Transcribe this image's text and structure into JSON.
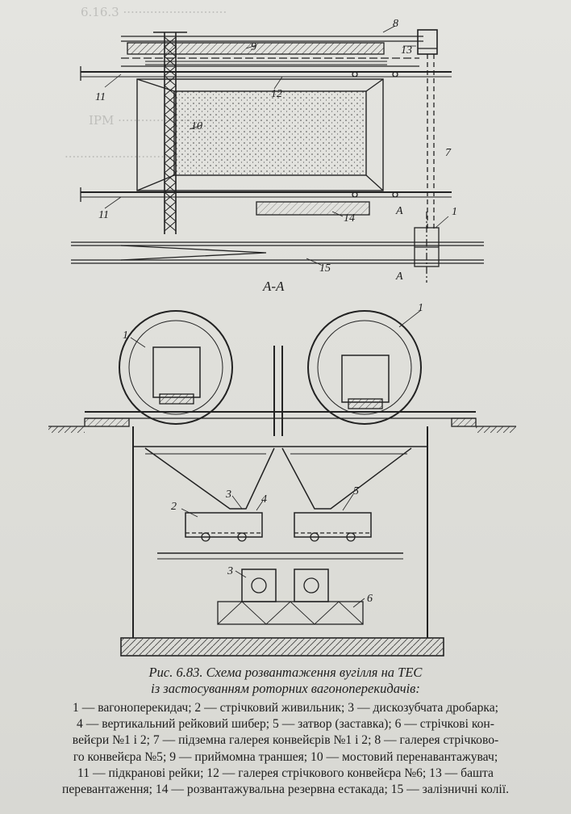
{
  "figure": {
    "caption_line1": "Рис. 6.83. Схема розвантаження вугілля на ТЕС",
    "caption_line2": "із застосуванням роторних вагоноперекидачів:",
    "legend_lines": [
      "1 — вагоноперекидач; 2 — стрічковий живильник; 3 — дискозубчата дробарка;",
      "4 — вертикальний рейковий шибер; 5 — затвор (заставка); 6 — стрічкові кон-",
      "вейєри №1 і 2; 7 — підземна галерея конвейєрів №1 і 2; 8 — галерея стрічково-",
      "го конвейєра №5; 9 — приймомна траншея; 10 — мостовий перенавантажувач;",
      "11 — підкранові рейки; 12 — галерея стрічкового конвейєра №6; 13 — башта",
      "перевантаження; 14 — розвантажувальна резервна естакада; 15 — залізничні колії."
    ]
  },
  "plan_labels": {
    "l8": "8",
    "l9": "9",
    "l13": "13",
    "l11a": "11",
    "l12": "12",
    "l10": "10",
    "l7": "7",
    "l11b": "11",
    "l14": "14",
    "l15": "15",
    "lA1": "A",
    "lA2": "A",
    "l1": "1"
  },
  "section_labels": {
    "title": "A-A",
    "l1a": "1",
    "l1b": "1",
    "l2": "2",
    "l3a": "3",
    "l4": "4",
    "l5": "5",
    "l3b": "3",
    "l6": "6"
  }
}
